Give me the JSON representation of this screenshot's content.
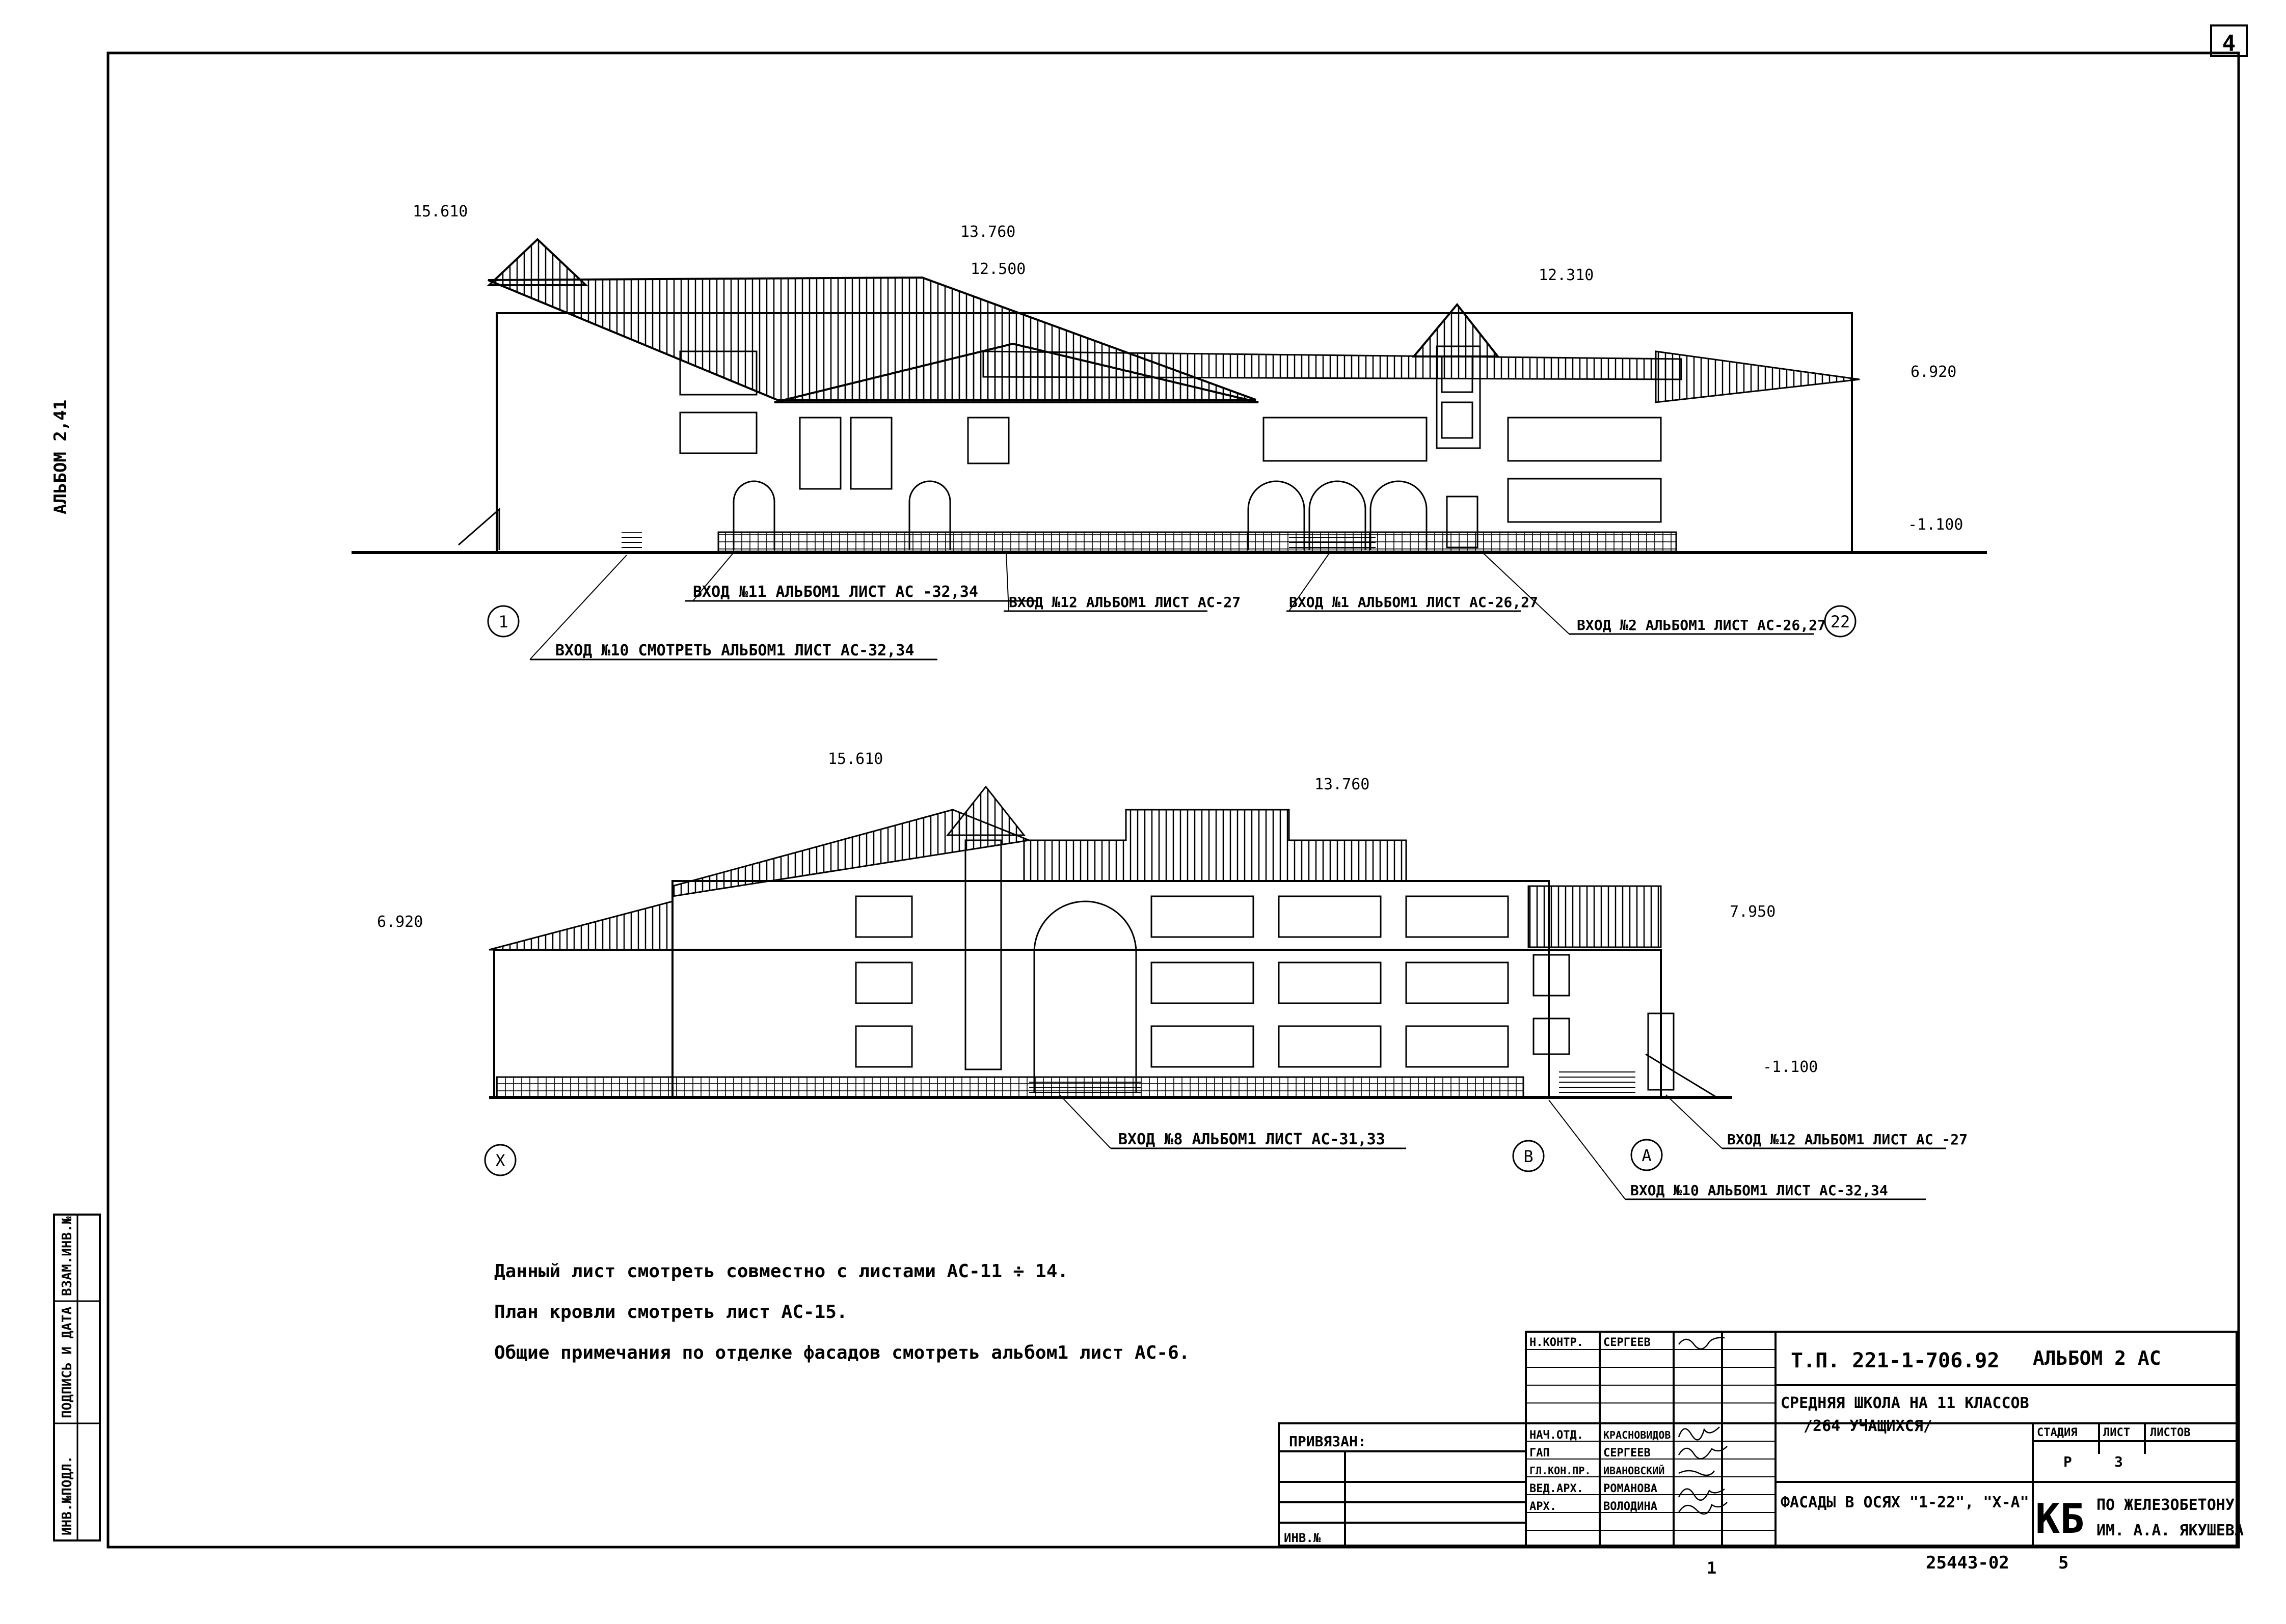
{
  "sheet_number": "4",
  "album_side_label": "АЛЬБОМ 2,41",
  "stamp_side_labels": [
    "ИНВ.№ПОДЛ.",
    "ПОДПИСЬ И ДАТА",
    "ВЗАМ.ИНВ.№"
  ],
  "elevation_1": {
    "levels": [
      "15.610",
      "13.760",
      "12.500",
      "12.310",
      "6.920",
      "-1.100"
    ],
    "axes": [
      "1",
      "22"
    ],
    "callouts": [
      "ВХОД №11 АЛЬБОМ1 ЛИСТ АС -32,34",
      "ВХОД №12 АЛЬБОМ1 ЛИСТ АС-27",
      "ВХОД №1 АЛЬБОМ1 ЛИСТ АС-26,27",
      "ВХОД №2 АЛЬБОМ1 ЛИСТ АС-26,27",
      "ВХОД №10 СМОТРЕТЬ АЛЬБОМ1 ЛИСТ АС-32,34"
    ]
  },
  "elevation_2": {
    "levels": [
      "15.610",
      "13.760",
      "6.920",
      "7.950",
      "-1.100"
    ],
    "axes": [
      "Х",
      "В",
      "А"
    ],
    "callouts": [
      "ВХОД №8 АЛЬБОМ1 ЛИСТ АС-31,33",
      "ВХОД №12 АЛЬБОМ1 ЛИСТ АС -27",
      "ВХОД №10 АЛЬБОМ1 ЛИСТ АС-32,34"
    ]
  },
  "notes": [
    "Данный лист смотреть совместно с листами АС-11 ÷ 14.",
    "План кровли смотреть лист АС-15.",
    "Общие примечания по отделке фасадов смотреть альбом1 лист АС-6."
  ],
  "title_block": {
    "privyazan": "ПРИВЯЗАН:",
    "inv_no": "ИНВ.№",
    "roles": [
      "Н.КОНТР.",
      "НАЧ.ОТД.",
      "ГАП",
      "ГЛ.КОН.ПР.",
      "ВЕД.АРХ.",
      "АРХ."
    ],
    "names": [
      "СЕРГЕЕВ",
      "КРАСНОВИДОВ",
      "СЕРГЕЕВ",
      "ИВАНОВСКИЙ",
      "РОМАНОВА",
      "ВОЛОДИНА"
    ],
    "project_code": "Т.П. 221-1-706.92",
    "album": "АЛЬБОМ 2 АС",
    "object_line1": "СРЕДНЯЯ ШКОЛА НА 11 КЛАССОВ",
    "object_line2": "/264 УЧАЩИХСЯ/",
    "sheet_title": "ФАСАДЫ В ОСЯХ \"1-22\", \"Х-А\"",
    "stage_header": "СТАДИЯ",
    "sheet_header": "ЛИСТ",
    "sheets_header": "ЛИСТОВ",
    "stage": "Р",
    "sheet": "3",
    "sheets": "",
    "org_logo": "КБ",
    "org_line1": "ПО ЖЕЛЕЗОБЕТОНУ",
    "org_line2": "ИМ. А.А. ЯКУШЕВА"
  },
  "bottom_numbers": [
    "1",
    "25443-02",
    "5"
  ]
}
